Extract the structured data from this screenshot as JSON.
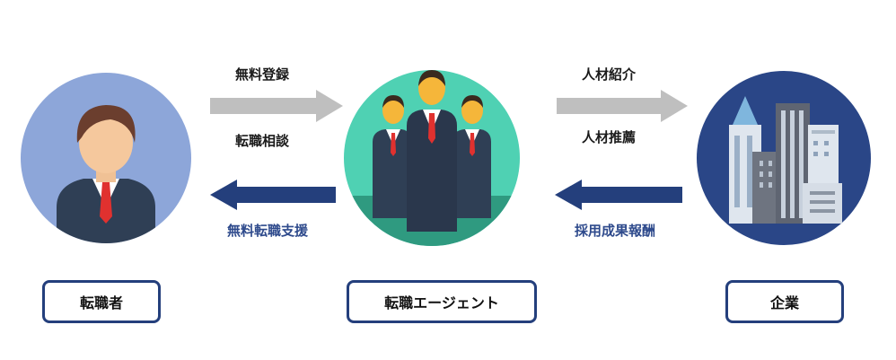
{
  "nodes": {
    "jobseeker": {
      "label": "転職者",
      "circle_color": "#8da6d9"
    },
    "agent": {
      "label": "転職エージェント",
      "circle_color": "#4fd1b3"
    },
    "company": {
      "label": "企業",
      "circle_color": "#2a4687"
    }
  },
  "arrows": {
    "to_agent": {
      "labels": [
        "無料登録",
        "転職相談"
      ],
      "color": "#bfbfbf"
    },
    "to_jobseeker": {
      "label": "無料転職支援",
      "color": "#243f7c"
    },
    "to_company": {
      "labels": [
        "人材紹介",
        "人材推薦"
      ],
      "color": "#bfbfbf"
    },
    "to_agent_from_company": {
      "label": "採用成果報酬",
      "color": "#243f7c"
    }
  },
  "colors": {
    "box_border": "#243f7c",
    "blue_text": "#2e4a8c"
  }
}
